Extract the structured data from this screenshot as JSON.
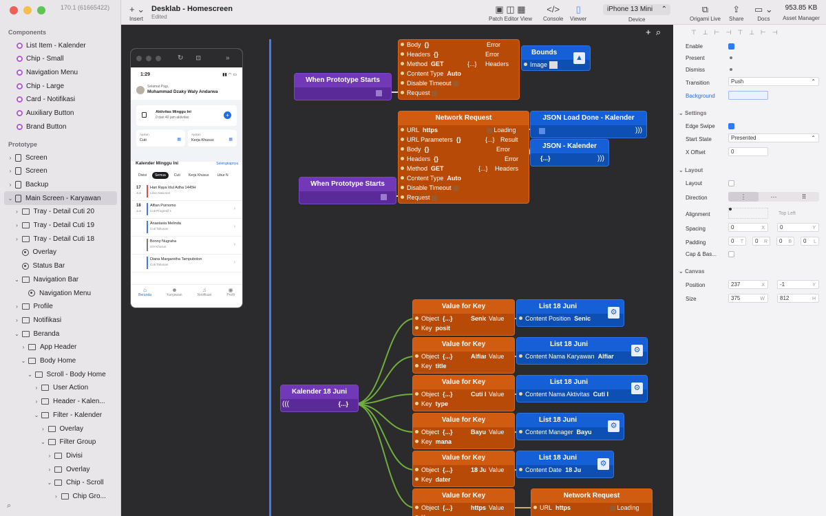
{
  "window": {
    "version": "170.1 (61665422)",
    "title": "Desklab - Homescreen",
    "subtitle": "Edited",
    "insert_label": "Insert"
  },
  "toolbar": {
    "patch_editor": "Patch Editor View",
    "console": "Console",
    "viewer": "Viewer",
    "device_value": "iPhone 13 Mini",
    "device_label": "Device",
    "origami_live": "Origami Live",
    "share": "Share",
    "docs": "Docs",
    "asset_size": "953.85 KB",
    "asset_manager": "Asset Manager"
  },
  "sidebar": {
    "components_header": "Components",
    "components": [
      "List Item - Kalender",
      "Chip - Small",
      "Navigation Menu",
      "Chip - Large",
      "Card - Notifikasi",
      "Auxiliary Button",
      "Brand Button"
    ],
    "prototype_header": "Prototype",
    "layers": [
      {
        "label": "Screen",
        "kind": "screen",
        "indent": 0,
        "chev": "›"
      },
      {
        "label": "Screen",
        "kind": "screen",
        "indent": 0,
        "chev": "›"
      },
      {
        "label": "Backup",
        "kind": "screen",
        "indent": 0,
        "chev": "›"
      },
      {
        "label": "Main Screen - Karyawan",
        "kind": "screen",
        "indent": 0,
        "chev": "⌄"
      },
      {
        "label": "Tray - Detail Cuti 20",
        "kind": "folder",
        "indent": 1,
        "chev": "›"
      },
      {
        "label": "Tray - Detail Cuti 19",
        "kind": "folder",
        "indent": 1,
        "chev": "›"
      },
      {
        "label": "Tray - Detail Cuti 18",
        "kind": "folder",
        "indent": 1,
        "chev": "›"
      },
      {
        "label": "Overlay",
        "kind": "layer",
        "indent": 1,
        "chev": ""
      },
      {
        "label": "Status Bar",
        "kind": "layer",
        "indent": 1,
        "chev": ""
      },
      {
        "label": "Navigation Bar",
        "kind": "folder",
        "indent": 1,
        "chev": "⌄"
      },
      {
        "label": "Navigation Menu",
        "kind": "layer",
        "indent": 2,
        "chev": ""
      },
      {
        "label": "Profile",
        "kind": "folder",
        "indent": 1,
        "chev": "›"
      },
      {
        "label": "Notifikasi",
        "kind": "folder",
        "indent": 1,
        "chev": "›"
      },
      {
        "label": "Beranda",
        "kind": "folder",
        "indent": 1,
        "chev": "⌄"
      },
      {
        "label": "App Header",
        "kind": "folder",
        "indent": 2,
        "chev": "›"
      },
      {
        "label": "Body Home",
        "kind": "folder",
        "indent": 2,
        "chev": "⌄"
      },
      {
        "label": "Scroll - Body Home",
        "kind": "folder",
        "indent": 3,
        "chev": "⌄"
      },
      {
        "label": "User Action",
        "kind": "folder",
        "indent": 4,
        "chev": "›"
      },
      {
        "label": "Header - Kalen...",
        "kind": "folder",
        "indent": 4,
        "chev": "›"
      },
      {
        "label": "Filter - Kalender",
        "kind": "folder",
        "indent": 4,
        "chev": "⌄"
      },
      {
        "label": "Overlay",
        "kind": "folder",
        "indent": 5,
        "chev": "›"
      },
      {
        "label": "Filter Group",
        "kind": "folder",
        "indent": 5,
        "chev": "⌄"
      },
      {
        "label": "Divisi",
        "kind": "folder",
        "indent": 6,
        "chev": "›"
      },
      {
        "label": "Overlay",
        "kind": "folder",
        "indent": 6,
        "chev": "›"
      },
      {
        "label": "Chip - Scroll",
        "kind": "folder",
        "indent": 6,
        "chev": "⌄"
      },
      {
        "label": "Chip Gro...",
        "kind": "folder",
        "indent": 7,
        "chev": "›"
      }
    ]
  },
  "preview": {
    "time": "1:29",
    "greeting": "Selamat Pagi,",
    "user": "Muhammad Dzaky Waly Andarwa",
    "activity_title": "Aktivitas Minggu Ini",
    "activity_sub": "0 dari 40 jam aktivitas",
    "ajukan1": "Ajukan",
    "cuti": "Cuti",
    "ajukan2": "Ajukan",
    "kerja": "Kerja Khusus",
    "cal_title": "Kalender Minggu Ini",
    "cal_link": "Selengkapnya",
    "chips": [
      "Divisi",
      "Semua",
      "Cuti",
      "Kerja Khusus",
      "Libur N"
    ],
    "entries": [
      {
        "day": "17",
        "mon": "Jun",
        "name": "Hari Raya Idul Adha 1445H",
        "type": "Libur Nasional",
        "bar": "#e04a4a"
      },
      {
        "day": "18",
        "mon": "Jun",
        "name": "Alfian Purnomo",
        "type": "Cuti Progresif 1",
        "bar": "#3a7be8"
      },
      {
        "day": "",
        "mon": "",
        "name": "Anastasia Melinda",
        "type": "Cuti Tahunan",
        "bar": "#3a7be8"
      },
      {
        "day": "",
        "mon": "",
        "name": "Bonny Nugraha",
        "type": "Izin Khusus",
        "bar": "#7a7a7a"
      },
      {
        "day": "",
        "mon": "",
        "name": "Diana Margaretha Tampubolon",
        "type": "Cuti Tahunan",
        "bar": "#3a7be8"
      }
    ],
    "nav": [
      "Beranda",
      "Karyawan",
      "Notifikasi",
      "Profil"
    ]
  },
  "nodes": {
    "req1": {
      "body": "Body",
      "body_v": "{}",
      "headers": "Headers",
      "headers_v": "{}",
      "method": "Method",
      "method_v": "GET",
      "ctype": "Content Type",
      "ctype_v": "Auto",
      "dtimeout": "Disable Timeout",
      "request": "Request",
      "error1": "Error",
      "error2": "Error",
      "out_headers": "Headers",
      "out_headers_v": "{...}",
      "dots": "..."
    },
    "bounds": {
      "title": "Bounds",
      "image": "Image"
    },
    "wps1": "When Prototype Starts",
    "wps2": "When Prototype Starts",
    "net": {
      "title": "Network Request",
      "url": "URL",
      "url_v": "https",
      "params": "URL Parameters",
      "params_v": "{}",
      "body": "Body",
      "body_v": "{}",
      "headers": "Headers",
      "headers_v": "{}",
      "method": "Method",
      "method_v": "GET",
      "ctype": "Content Type",
      "ctype_v": "Auto",
      "dtimeout": "Disable Timeout",
      "request": "Request",
      "loading": "Loading",
      "result": "Result",
      "result_v": "{...}",
      "error": "Error",
      "error2": "Error",
      "out_headers": "Headers",
      "out_headers_v": "{...}"
    },
    "jsonload": "JSON Load Done - Kalender",
    "jsonkal": {
      "title": "JSON - Kalender",
      "v": "{...}"
    },
    "kal18": {
      "title": "Kalender 18 Juni",
      "v": "{...}"
    },
    "vfk_title": "Value for Key",
    "vfk": [
      {
        "obj": "Object",
        "obj_v": "{...}",
        "val": "Value",
        "prev": "Senic",
        "key": "Key",
        "key_v": "posit"
      },
      {
        "obj": "Object",
        "obj_v": "{...}",
        "val": "Value",
        "prev": "Alfiar",
        "key": "Key",
        "key_v": "title"
      },
      {
        "obj": "Object",
        "obj_v": "{...}",
        "val": "Value",
        "prev": "Cuti I",
        "key": "Key",
        "key_v": "type"
      },
      {
        "obj": "Object",
        "obj_v": "{...}",
        "val": "Value",
        "prev": "Bayu",
        "key": "Key",
        "key_v": "mana"
      },
      {
        "obj": "Object",
        "obj_v": "{...}",
        "val": "Value",
        "prev": "18 Ju",
        "key": "Key",
        "key_v": "dater"
      },
      {
        "obj": "Object",
        "obj_v": "{...}",
        "val": "Value",
        "prev": "https",
        "key": "Key",
        "key_v": ""
      }
    ],
    "list18": [
      {
        "title": "List 18 Juni",
        "port": "Content Position",
        "v": "Senic"
      },
      {
        "title": "List 18 Juni",
        "port": "Content Nama Karyawan",
        "v": "Alfiar"
      },
      {
        "title": "List 18 Juni",
        "port": "Content Nama Aktivitas",
        "v": "Cuti I"
      },
      {
        "title": "List 18 Juni",
        "port": "Content Manager",
        "v": "Bayu"
      },
      {
        "title": "List 18 Juni",
        "port": "Content Date",
        "v": "18 Ju"
      }
    ],
    "net2": {
      "title": "Network Request",
      "url": "URL",
      "url_v": "https",
      "loading": "Loading"
    }
  },
  "inspector": {
    "enable": "Enable",
    "present": "Present",
    "dismiss": "Dismiss",
    "transition": "Transition",
    "transition_v": "Push",
    "background": "Background",
    "settings": "Settings",
    "edge_swipe": "Edge Swipe",
    "start_state": "Start State",
    "start_state_v": "Presented",
    "x_offset": "X Offset",
    "x_offset_v": "0",
    "layout_h": "Layout",
    "layout": "Layout",
    "direction": "Direction",
    "alignment": "Alignment",
    "align_v": "Top Left",
    "spacing": "Spacing",
    "spacing_x": "0",
    "spacing_y": "0",
    "padding": "Padding",
    "pad_t": "0",
    "pad_r": "0",
    "pad_b": "0",
    "pad_l": "0",
    "cap": "Cap & Bas...",
    "canvas_h": "Canvas",
    "position": "Position",
    "pos_x": "237",
    "pos_y": "-1",
    "size": "Size",
    "size_w": "375",
    "size_h": "812",
    "lx": "X",
    "ly": "Y",
    "lt": "T",
    "lr": "R",
    "lb": "B",
    "ll": "L",
    "lw": "W",
    "lh": "H"
  }
}
